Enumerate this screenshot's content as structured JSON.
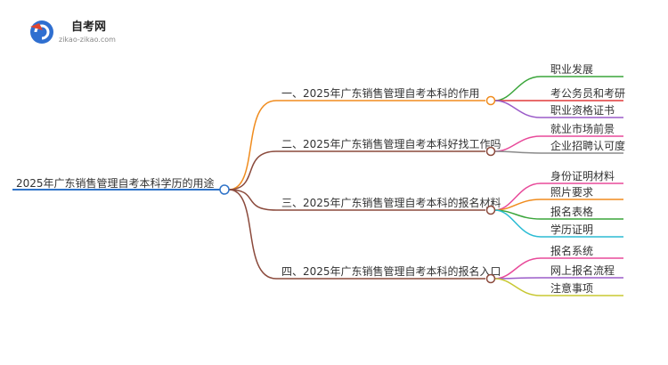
{
  "logo": {
    "name": "自考网",
    "url": "zikao-zikao.com"
  },
  "mindmap": {
    "root": "2025年广东销售管理自考本科学历的用途",
    "branches": [
      {
        "label": "一、2025年广东销售管理自考本科的作用",
        "color": "#f08c1e",
        "children": [
          {
            "label": "职业发展",
            "color": "#3aa53a"
          },
          {
            "label": "考公务员和考研",
            "color": "#e03a3a"
          },
          {
            "label": "职业资格证书",
            "color": "#9b5cc9"
          }
        ]
      },
      {
        "label": "二、2025年广东销售管理自考本科好找工作吗",
        "color": "#8b4a3c",
        "children": [
          {
            "label": "就业市场前景",
            "color": "#e84a9a"
          },
          {
            "label": "企业招聘认可度",
            "color": "#8a8a8a"
          }
        ]
      },
      {
        "label": "三、2025年广东销售管理自考本科的报名材料",
        "color": "#8b4a3c",
        "children": [
          {
            "label": "身份证明材料",
            "color": "#e84a9a"
          },
          {
            "label": "照片要求",
            "color": "#f08c1e"
          },
          {
            "label": "报名表格",
            "color": "#3aa53a"
          },
          {
            "label": "学历证明",
            "color": "#2bbcd4"
          }
        ]
      },
      {
        "label": "四、2025年广东销售管理自考本科的报名入口",
        "color": "#8b4a3c",
        "children": [
          {
            "label": "报名系统",
            "color": "#e84a9a"
          },
          {
            "label": "网上报名流程",
            "color": "#9b5cc9"
          },
          {
            "label": "注意事项",
            "color": "#c8c832"
          }
        ]
      }
    ]
  }
}
